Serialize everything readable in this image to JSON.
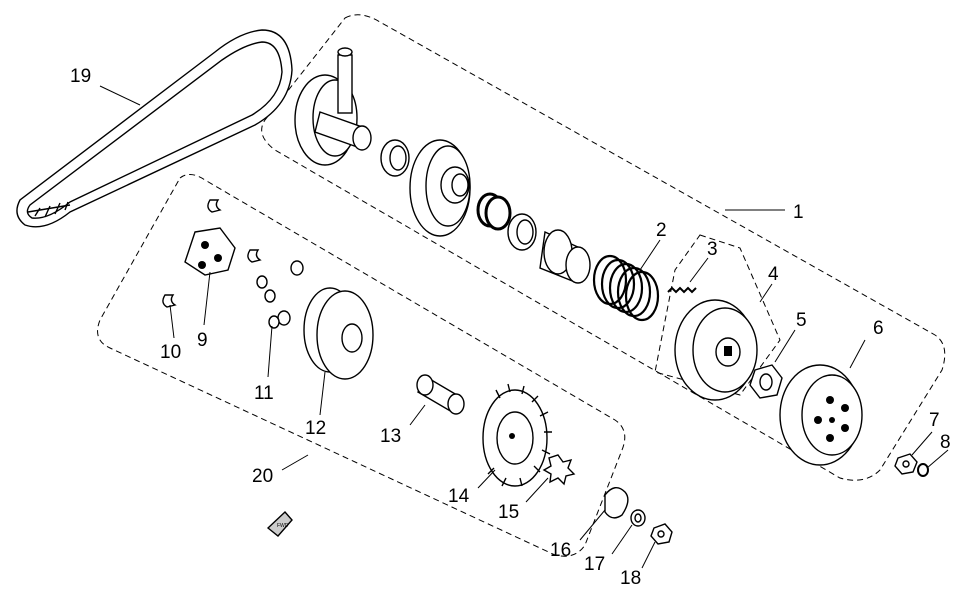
{
  "diagram": {
    "labels": {
      "l1": "1",
      "l2": "2",
      "l3": "3",
      "l4": "4",
      "l5": "5",
      "l6": "6",
      "l7": "7",
      "l8": "8",
      "l9": "9",
      "l10": "10",
      "l11": "11",
      "l12": "12",
      "l13": "13",
      "l14": "14",
      "l15": "15",
      "l16": "16",
      "l17": "17",
      "l18": "18",
      "l19": "19",
      "l20": "20"
    },
    "stamp_text": "FWD"
  }
}
